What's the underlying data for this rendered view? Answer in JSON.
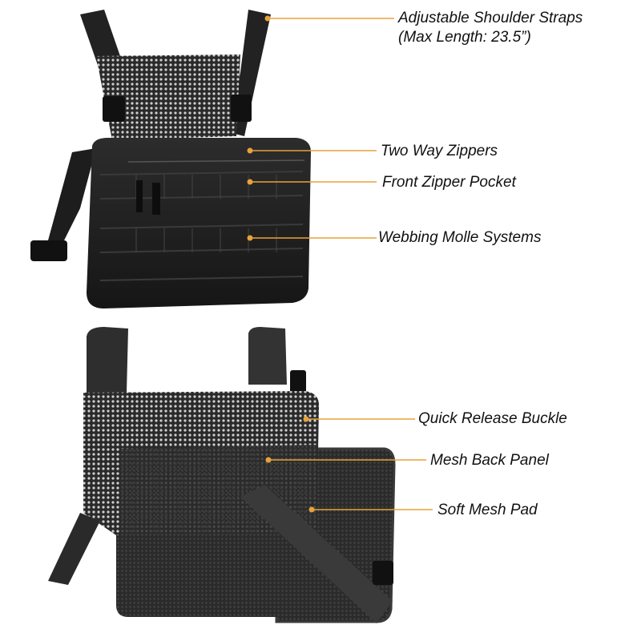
{
  "accent_color": "#e8a23a",
  "callouts": [
    {
      "id": "adjustable-shoulder-straps",
      "line1": "Adjustable Shoulder Straps",
      "line2": "(Max Length: 23.5”)"
    },
    {
      "id": "two-way-zippers",
      "line1": "Two Way Zippers"
    },
    {
      "id": "front-zipper-pocket",
      "line1": "Front Zipper Pocket"
    },
    {
      "id": "webbing-molle-systems",
      "line1": "Webbing Molle Systems"
    },
    {
      "id": "quick-release-buckle",
      "line1": "Quick Release Buckle"
    },
    {
      "id": "mesh-back-panel",
      "line1": "Mesh Back Panel"
    },
    {
      "id": "soft-mesh-pad",
      "line1": "Soft Mesh Pad"
    }
  ],
  "images": {
    "front_view": "chest-rig-front-view",
    "back_view": "chest-rig-back-view"
  }
}
